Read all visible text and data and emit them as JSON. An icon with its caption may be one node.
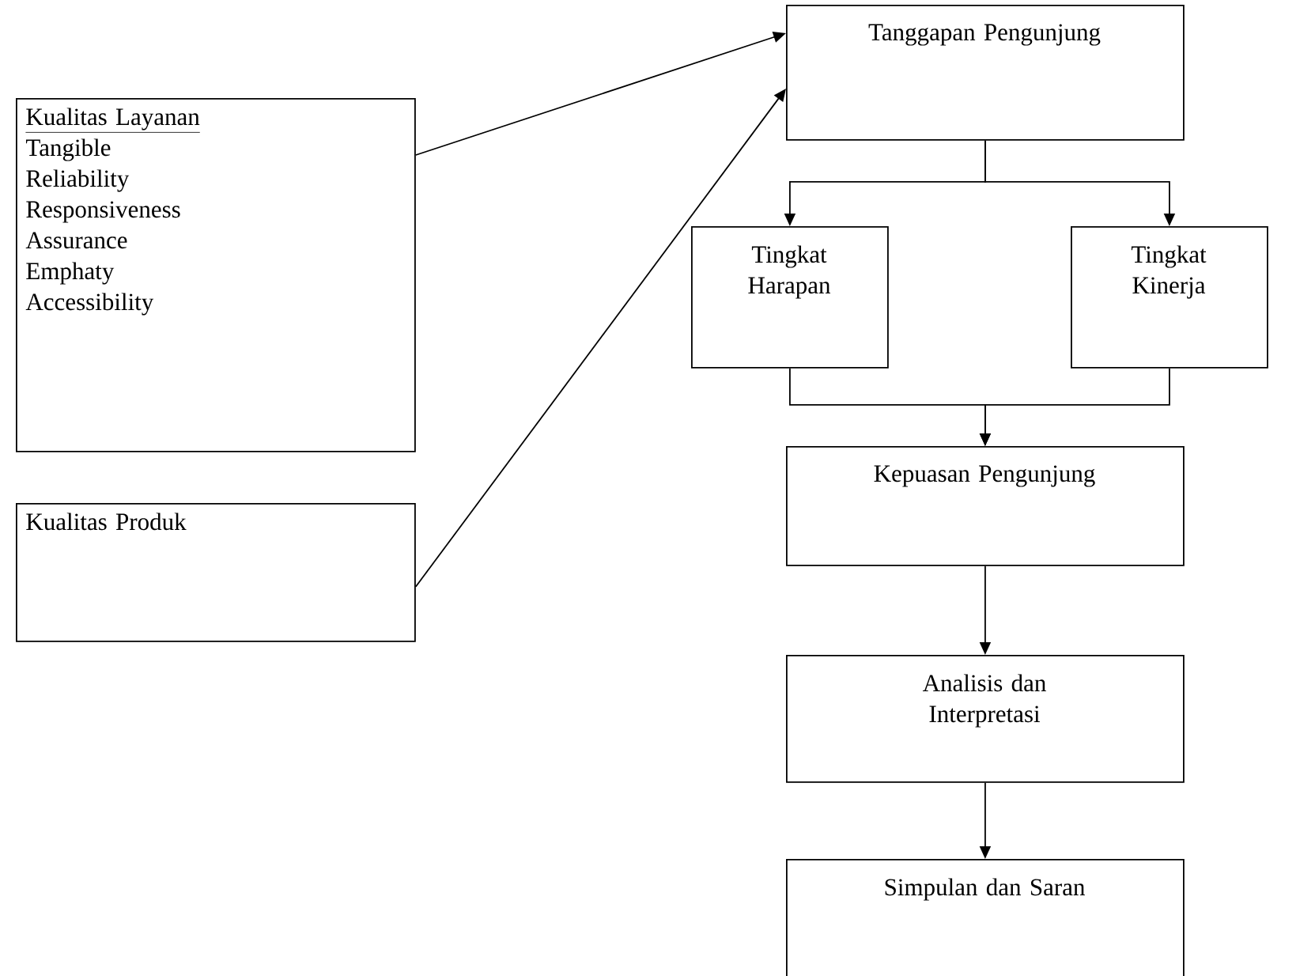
{
  "diagram": {
    "nodes": [
      {
        "text": [
          "Kualitas Layanan",
          "Tangible",
          "Reliability",
          "Responsiveness",
          "Assurance",
          "Emphaty",
          "Accessibility"
        ]
      },
      {
        "text": [
          "Kualitas Produk"
        ]
      },
      {
        "text": [
          "Tanggapan Pengunjung"
        ]
      },
      {
        "text": [
          "Tingkat Harapan"
        ]
      },
      {
        "text": [
          "Tingkat Kinerja"
        ]
      },
      {
        "text": [
          "Kepuasan Pengunjung"
        ]
      },
      {
        "text": [
          "Analisis dan Interpretasi"
        ]
      },
      {
        "text": [
          "Simpulan dan Saran"
        ]
      }
    ],
    "edges": [
      {
        "from": 0,
        "to": 2,
        "arrow": "to"
      },
      {
        "from": 1,
        "to": 2,
        "arrow": "to"
      },
      {
        "from": 2,
        "to": 3,
        "arrow": "to"
      },
      {
        "from": 2,
        "to": 4,
        "arrow": "to"
      },
      {
        "from": 3,
        "to": 5,
        "arrow": "to"
      },
      {
        "from": 4,
        "to": 5,
        "arrow": "to"
      },
      {
        "from": 5,
        "to": 6,
        "arrow": "to"
      },
      {
        "from": 6,
        "to": 7,
        "arrow": "to"
      }
    ]
  }
}
